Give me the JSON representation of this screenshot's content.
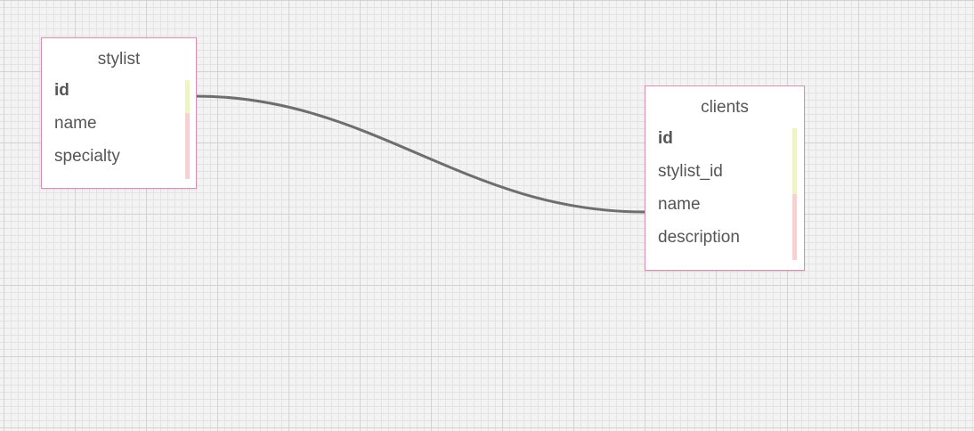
{
  "diagram": {
    "tables": [
      {
        "name": "stylist",
        "fields": [
          {
            "label": "id",
            "primary": true
          },
          {
            "label": "name",
            "primary": false
          },
          {
            "label": "specialty",
            "primary": false
          }
        ]
      },
      {
        "name": "clients",
        "fields": [
          {
            "label": "id",
            "primary": true
          },
          {
            "label": "stylist_id",
            "primary": false
          },
          {
            "label": "name",
            "primary": false
          },
          {
            "label": "description",
            "primary": false
          }
        ]
      }
    ],
    "relationship": {
      "from": "stylist.id",
      "to": "clients.name"
    }
  },
  "colors": {
    "canvas": "#f3f3f3",
    "grid_major": "#d2d2d2",
    "grid_minor": "#e3e3e3",
    "table_border": "#d88fb4",
    "text": "#555555",
    "connector": "#6e6e6e",
    "key_indicator": "#eef3c8",
    "field_indicator": "#f7d2d2"
  }
}
